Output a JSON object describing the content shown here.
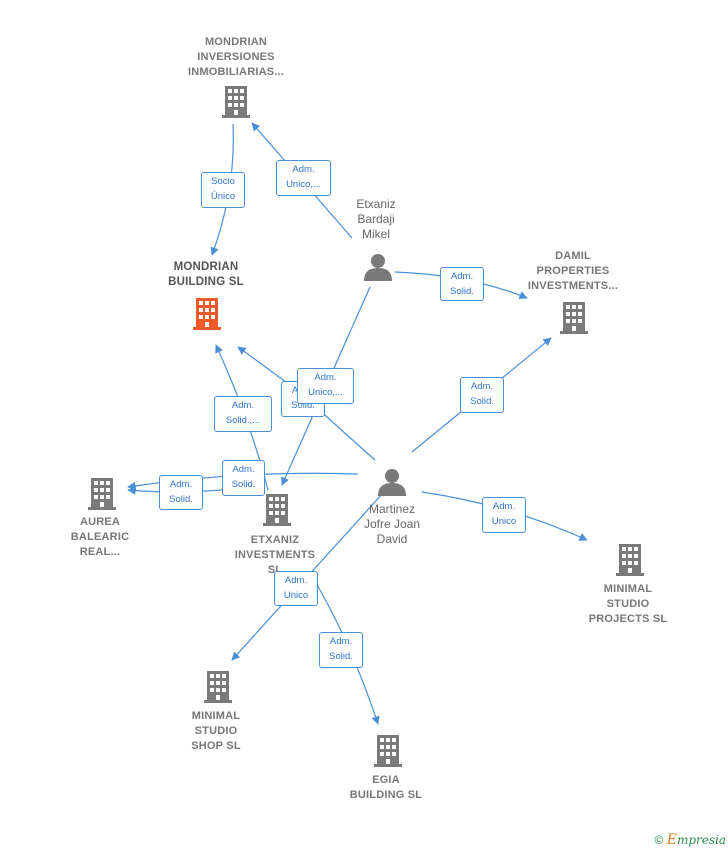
{
  "colors": {
    "edge": "#4a8fd8",
    "company": "#7a7a7a",
    "company_main": "#f05a28",
    "person": "#7a7a7a"
  },
  "companies": {
    "mondrian_inversiones": "MONDRIAN\nINVERSIONES\nINMOBILIARIAS...",
    "mondrian_building": "MONDRIAN\nBUILDING  SL",
    "damil": "DAMIL\nPROPERTIES\nINVESTMENTS...",
    "aurea": "AUREA\nBALEARIC\nREAL...",
    "etxaniz_inv": "ETXANIZ\nINVESTMENTS\nSL",
    "minimal_projects": "MINIMAL\nSTUDIO\nPROJECTS  SL",
    "minimal_shop": "MINIMAL\nSTUDIO\nSHOP  SL",
    "egia": "EGIA\nBUILDING  SL"
  },
  "people": {
    "etxaniz": "Etxaniz\nBardaji\nMikel",
    "martinez": "Martinez\nJofre Joan\nDavid"
  },
  "edge_labels": {
    "socio_unico": "Socio\nÚnico",
    "adm_unico_1": "Adm.\nUnico,...",
    "adm_solid_damil_e": "Adm.\nSolid.",
    "adm_unico_2": "Adm.\nUnico,...",
    "adm_solid_hidden": "Adm.\nSolid.",
    "adm_solid_dots": "Adm.\nSolid.,...",
    "adm_solid_damil_m": "Adm.\nSolid.",
    "adm_solid_aurea": "Adm.\nSolid.",
    "adm_solid_etx": "Adm.\nSolid.",
    "adm_unico_proj": "Adm.\nUnico",
    "adm_unico_shop": "Adm.\nUnico",
    "adm_solid_egia": "Adm.\nSolid."
  },
  "footer": {
    "copyright": "©",
    "brand_initial": "E",
    "brand_rest": "mpresia"
  }
}
